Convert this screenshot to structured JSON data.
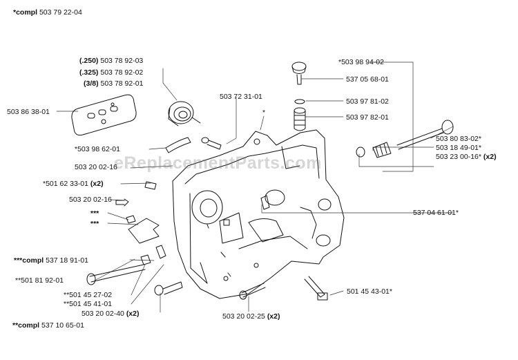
{
  "header": {
    "compl_prefix": "*compl",
    "compl_number": "503 79 22-04"
  },
  "watermark": "eReplacementParts.com",
  "labels": {
    "bar_250_pre": "(.250)",
    "bar_250": "503 78 92-03",
    "bar_325_pre": "(.325)",
    "bar_325": "503 78 92-02",
    "bar_38_pre": "(3/8)",
    "bar_38": "503 78 92-01",
    "guide_plate": "503 86 38-01",
    "cover_503723101": "503 72 31-01",
    "star_top": "*",
    "adj_group": "*503 98 94-02",
    "screw_537056801": "537 05 68-01",
    "part_503978102": "503 97 81-02",
    "part_503978201": "503 97 82-01",
    "part_503986201": "*503 98 62-01",
    "part_503200216a": "503 20 02-16",
    "part_501623301": "*501 62 33-01",
    "part_501623301_qty": "(x2)",
    "part_503200216b": "503 20 02-16",
    "stars3a": "***",
    "stars3b": "***",
    "tensioner_screw": "503 80 83-02*",
    "tensioner_spring": "503 18 49-01*",
    "tensioner_washer": "503 23 00-16*",
    "tensioner_washer_qty": "(x2)",
    "guide_537046101": "537 04 61-01*",
    "compl_537189101_pre": "***compl",
    "compl_537189101": "537 18 91-01",
    "bolt_501819201": "**501 81 92-01",
    "part_501452702": "**501 45 27-02",
    "part_501454101": "**501 45 41-01",
    "screw_503200240": "503 20 02-40",
    "screw_503200240_qty": "(x2)",
    "compl_537106501_pre": "**compl",
    "compl_537106501": "537 10 65-01",
    "screw_503200225": "503 20 02-25",
    "screw_503200225_qty": "(x2)",
    "bolt_501454301": "501 45 43-01*"
  }
}
